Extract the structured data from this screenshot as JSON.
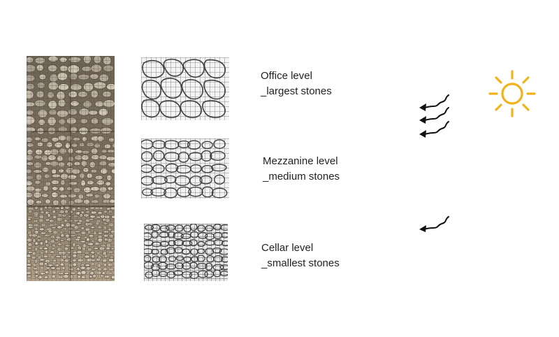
{
  "levels": [
    {
      "id": "office",
      "line1": "Office level",
      "line2": "_largest stones"
    },
    {
      "id": "mezzanine",
      "line1": "Mezzanine level",
      "line2": "_medium stones"
    },
    {
      "id": "cellar",
      "line1": "Cellar level",
      "line2": "_smallest stones"
    }
  ],
  "icons": {
    "sun": "sun-icon",
    "wind": "wavy-arrow-icon"
  },
  "colors": {
    "sun": "#f2b21b",
    "text": "#222222",
    "mesh": "#4a4a4a",
    "photo_base": "#8f8370"
  }
}
